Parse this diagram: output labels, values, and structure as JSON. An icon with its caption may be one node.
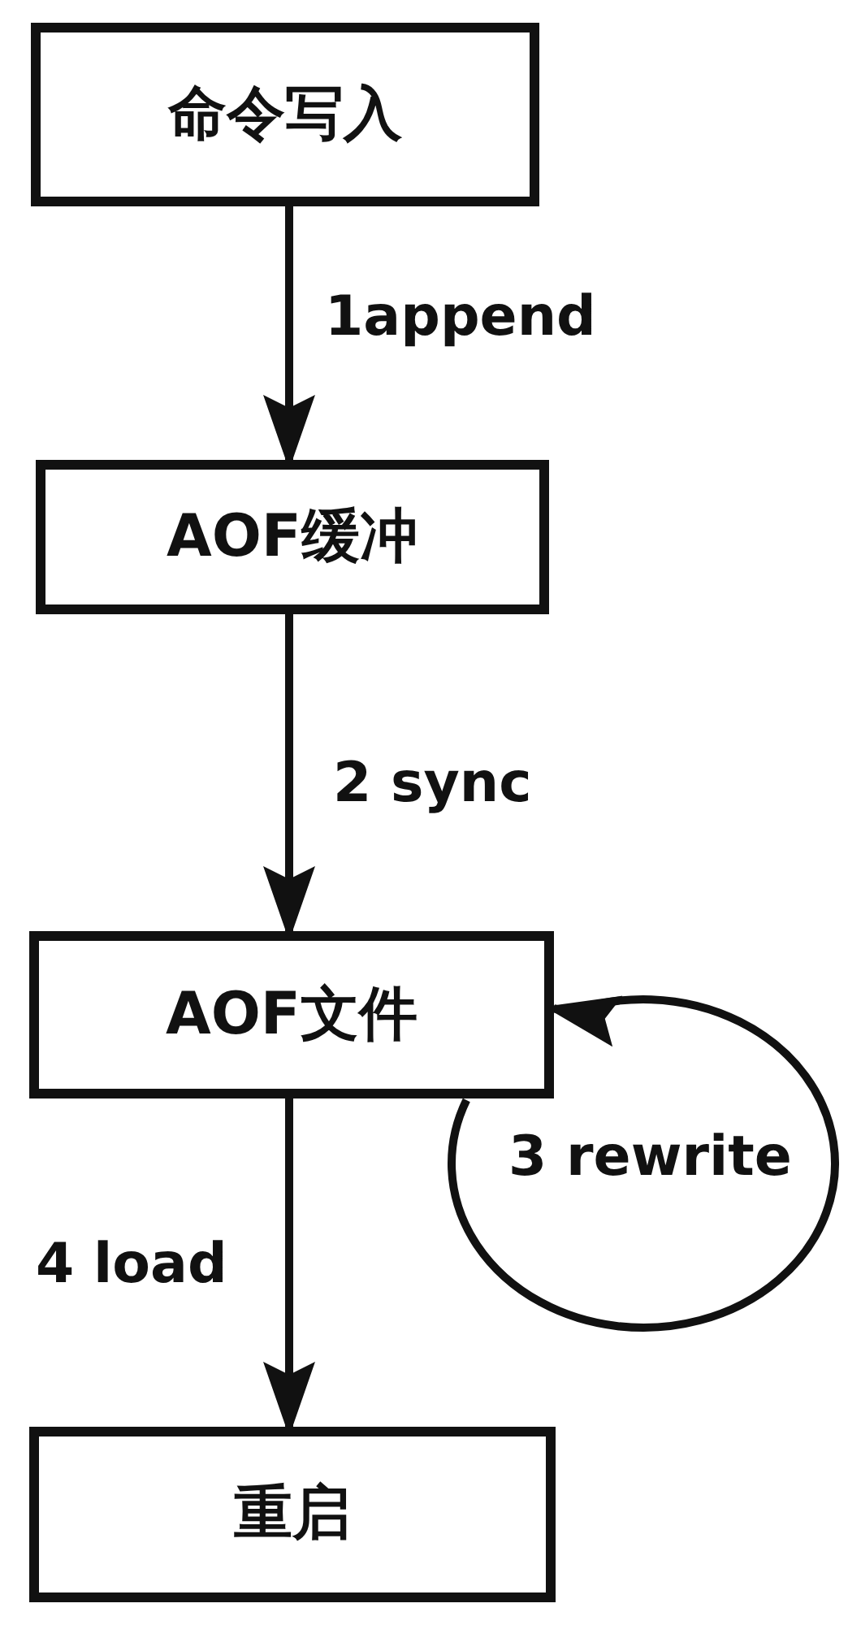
{
  "diagram": {
    "nodes": [
      {
        "text": [
          "命令写入"
        ]
      },
      {
        "text": [
          "AOF缓冲"
        ]
      },
      {
        "text": [
          "AOF文件"
        ]
      },
      {
        "text": [
          "重启"
        ]
      }
    ],
    "edges": [
      {
        "from": 0,
        "to": 1,
        "arrow": "to",
        "label": "1append"
      },
      {
        "from": 1,
        "to": 2,
        "arrow": "to",
        "label": "2 sync"
      },
      {
        "from": 2,
        "to": 2,
        "arrow": "to",
        "label": "3 rewrite"
      },
      {
        "from": 2,
        "to": 3,
        "arrow": "to",
        "label": "4 load"
      }
    ]
  }
}
